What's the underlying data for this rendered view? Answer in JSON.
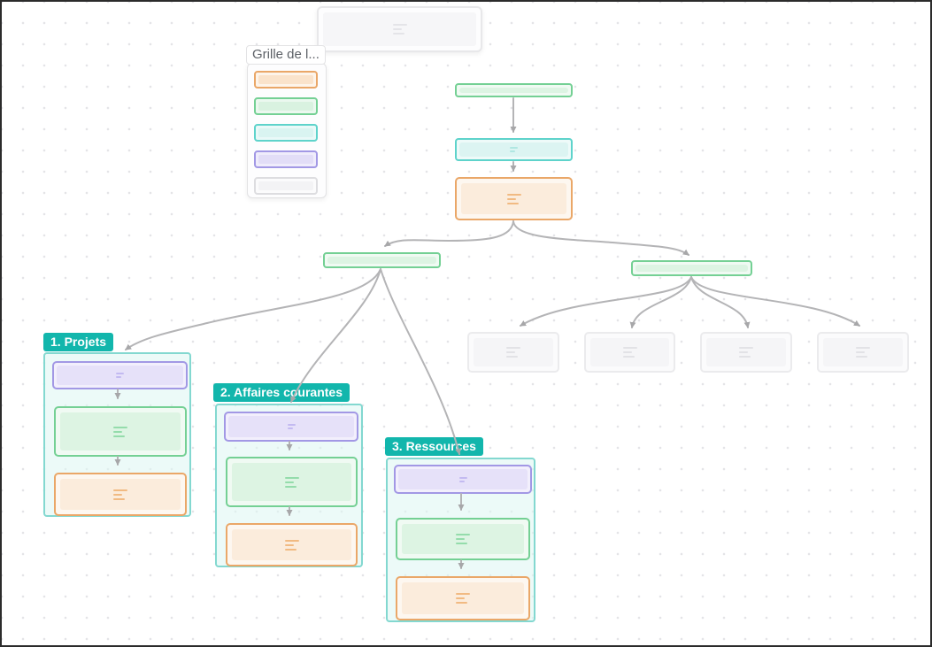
{
  "app": {
    "type": "flowchart-canvas",
    "badge_color": "#12b6ac",
    "edge_color": "#b4b4b6"
  },
  "legend": {
    "title": "Grille de l...",
    "items": [
      {
        "name": "orange-node-style",
        "border": "#eaa768",
        "fill": "#fae3cb"
      },
      {
        "name": "green-node-style",
        "border": "#74d094",
        "fill": "#d9f2e0"
      },
      {
        "name": "teal-node-style",
        "border": "#5ed3cb",
        "fill": "#d9f4f1"
      },
      {
        "name": "purple-node-style",
        "border": "#a298e5",
        "fill": "#e2ddf7"
      },
      {
        "name": "gray-node-style",
        "border": "#dddde0",
        "fill": "#f3f3f5"
      }
    ]
  },
  "groups": [
    {
      "label": "1. Projets"
    },
    {
      "label": "2. Affaires courantes"
    },
    {
      "label": "3. Ressources"
    }
  ],
  "icons": {
    "node_placeholder": "text-lines-icon"
  }
}
